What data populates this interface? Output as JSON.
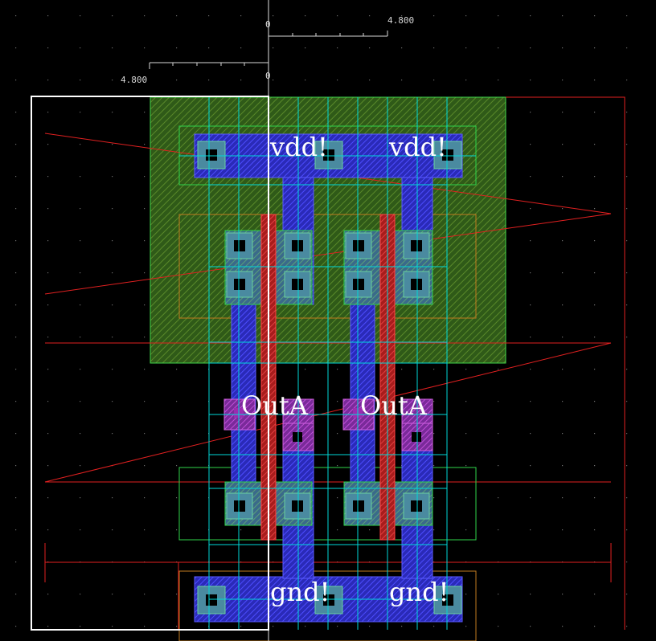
{
  "ruler": {
    "top_zero": "0",
    "top_value": "4.800",
    "left_value": "4.800",
    "left_zero": "0"
  },
  "net_labels": {
    "vdd_left": "vdd!",
    "vdd_right": "vdd!",
    "out_left": "OutA",
    "out_right": "OutA",
    "gnd_left": "gnd!",
    "gnd_right": "gnd!"
  },
  "colors": {
    "background": "#000000",
    "nwell": "#3d6b1f",
    "metal1": "#3b3bd6",
    "poly": "#c8262a",
    "diffusion_outline": "#2fd44a",
    "contact": "#1a1a1a",
    "via": "#9b2bb0",
    "grid_lines": "#00e0e0",
    "selection_box": "#ffffff",
    "flight_lines": "#e02020",
    "select_outline": "#c07a20"
  }
}
